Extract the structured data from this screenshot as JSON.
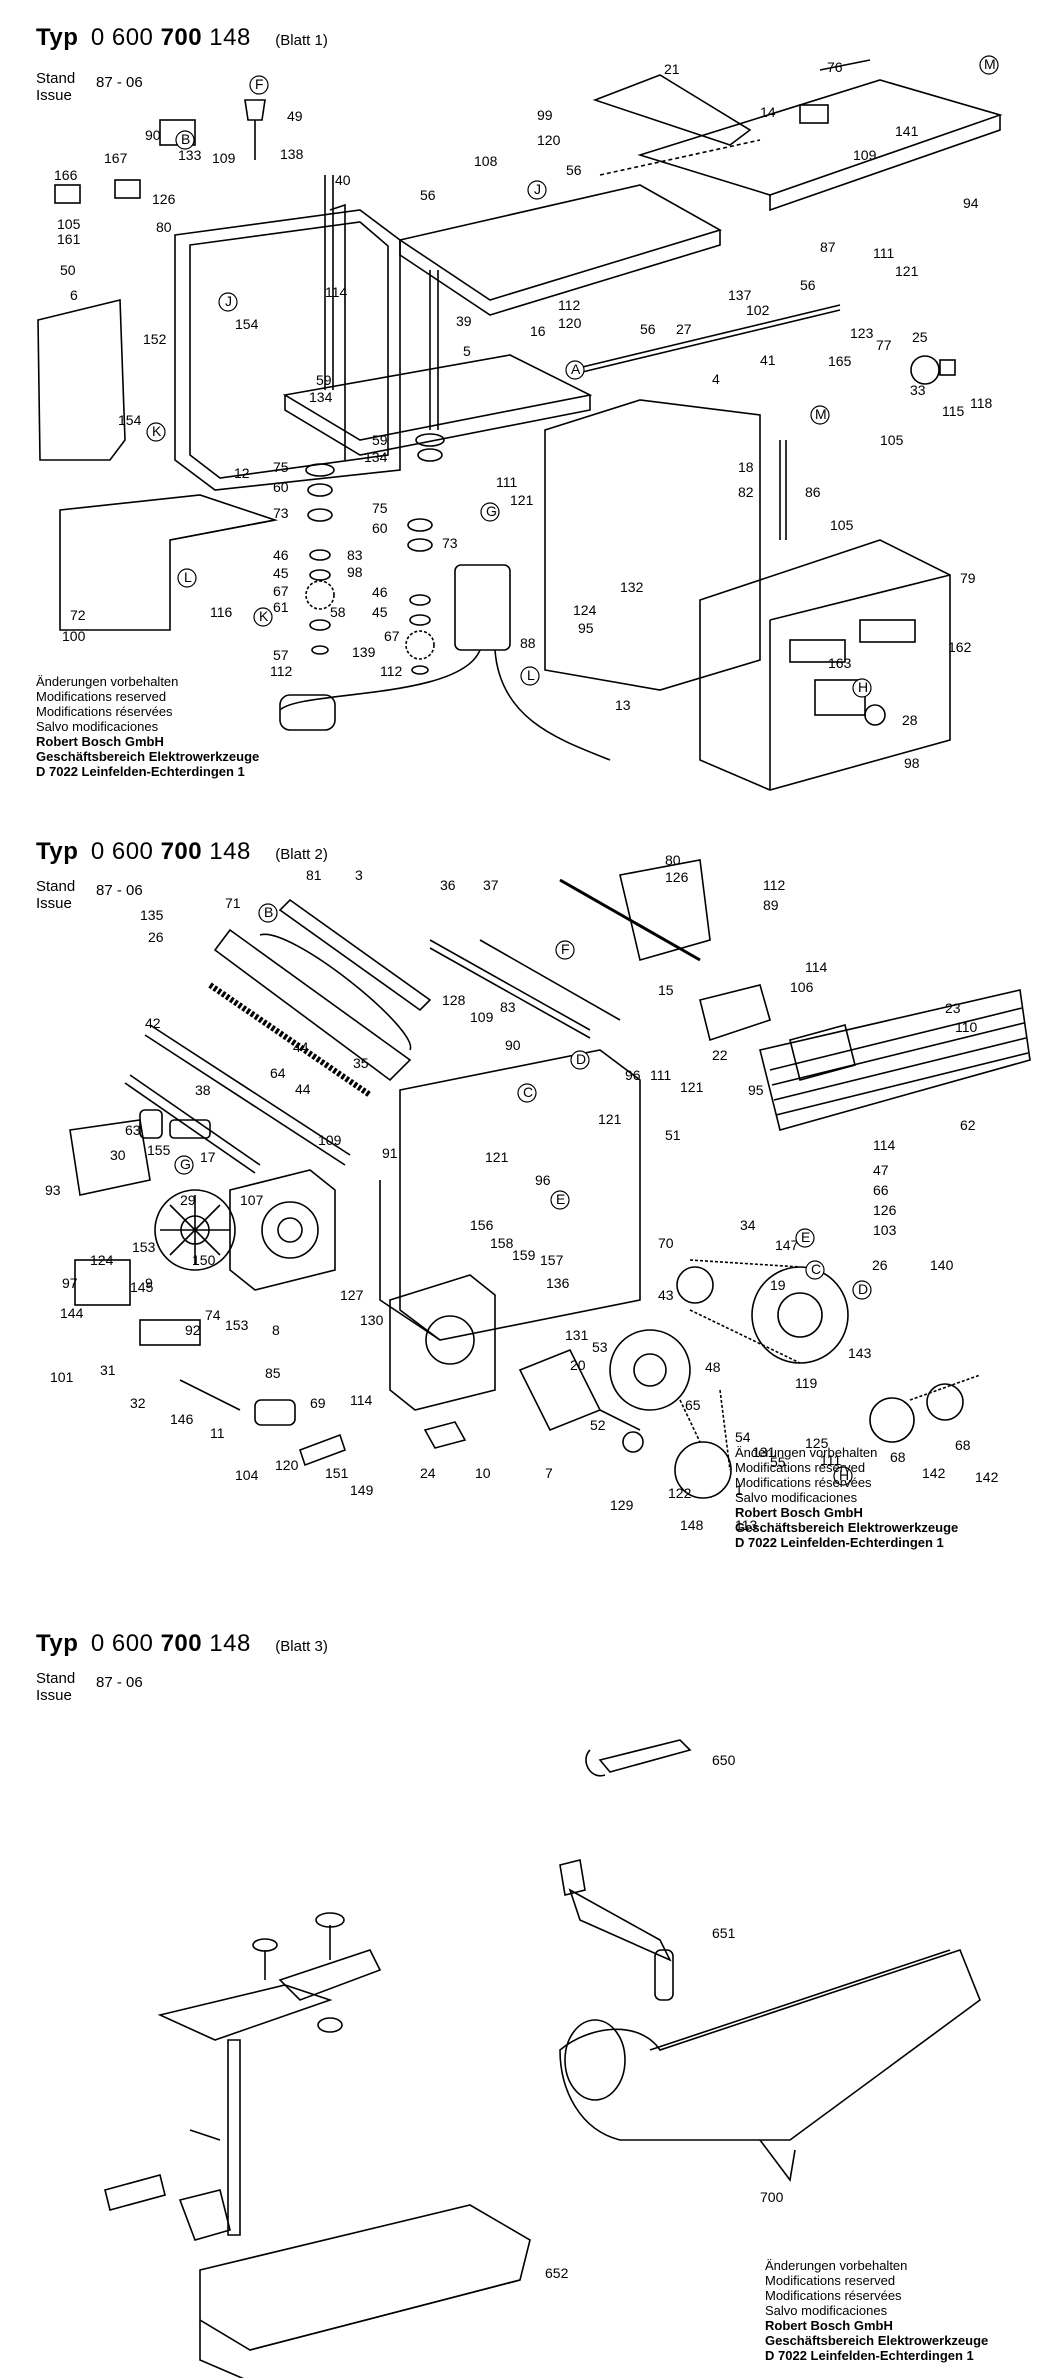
{
  "sheets": [
    {
      "typ_label": "Typ",
      "typ_number_prefix": "0 600",
      "typ_number_bold": "700",
      "typ_number_suffix": "148",
      "blatt": "(Blatt 1)",
      "stand": "Stand",
      "issue": "Issue",
      "version": "87 - 06"
    },
    {
      "typ_label": "Typ",
      "typ_number_prefix": "0 600",
      "typ_number_bold": "700",
      "typ_number_suffix": "148",
      "blatt": "(Blatt 2)",
      "stand": "Stand",
      "issue": "Issue",
      "version": "87 - 06"
    },
    {
      "typ_label": "Typ",
      "typ_number_prefix": "0 600",
      "typ_number_bold": "700",
      "typ_number_suffix": "148",
      "blatt": "(Blatt 3)",
      "stand": "Stand",
      "issue": "Issue",
      "version": "87 - 06"
    }
  ],
  "notes": {
    "line1": "Änderungen vorbehalten",
    "line2": "Modifications reserved",
    "line3": "Modifications réservées",
    "line4": "Salvo modificaciones",
    "company": "Robert Bosch GmbH",
    "division": "Geschäftsbereich Elektrowerkzeuge",
    "address": "D 7022 Leinfelden-Echterdingen 1"
  },
  "sheet1_labels": [
    "166",
    "167",
    "90",
    "133",
    "109",
    "138",
    "40",
    "F",
    "49",
    "126",
    "161",
    "105",
    "80",
    "50",
    "6",
    "152",
    "154",
    "K",
    "114",
    "J",
    "39",
    "59",
    "134",
    "5",
    "12",
    "75",
    "60",
    "73",
    "46",
    "45",
    "67",
    "61",
    "57",
    "112",
    "72",
    "100",
    "L",
    "116",
    "99",
    "120",
    "108",
    "56",
    "21",
    "14",
    "76",
    "M",
    "141",
    "109",
    "94",
    "111",
    "121",
    "87",
    "16",
    "112",
    "120",
    "27",
    "137",
    "102",
    "123",
    "25",
    "77",
    "165",
    "33",
    "115",
    "118",
    "105",
    "41",
    "A",
    "4",
    "18",
    "82",
    "86",
    "111",
    "121",
    "59",
    "134",
    "75",
    "60",
    "G",
    "73",
    "83",
    "98",
    "46",
    "45",
    "58",
    "67",
    "139",
    "112",
    "88",
    "124",
    "95",
    "132",
    "105",
    "79",
    "162",
    "163",
    "H",
    "28",
    "98",
    "13",
    "56",
    "56",
    "B",
    "A",
    "M"
  ],
  "sheet2_labels": [
    "81",
    "3",
    "36",
    "37",
    "80",
    "126",
    "112",
    "89",
    "135",
    "71",
    "B",
    "F",
    "26",
    "42",
    "128",
    "109",
    "83",
    "90",
    "15",
    "114",
    "106",
    "23",
    "110",
    "22",
    "95",
    "35",
    "44",
    "64",
    "44",
    "38",
    "96",
    "D",
    "C",
    "111",
    "121",
    "121",
    "63",
    "155",
    "G",
    "17",
    "91",
    "109",
    "121",
    "96",
    "51",
    "62",
    "114",
    "47",
    "66",
    "126",
    "103",
    "E",
    "30",
    "93",
    "29",
    "107",
    "153",
    "124",
    "150",
    "97",
    "145",
    "144",
    "9",
    "74",
    "92",
    "153",
    "101",
    "31",
    "32",
    "146",
    "11",
    "85",
    "127",
    "130",
    "114",
    "120",
    "104",
    "69",
    "151",
    "149",
    "24",
    "10",
    "7",
    "129",
    "156",
    "158",
    "159",
    "157",
    "136",
    "E",
    "70",
    "34",
    "147",
    "43",
    "19",
    "C",
    "26",
    "D",
    "140",
    "131",
    "53",
    "20",
    "48",
    "119",
    "143",
    "65",
    "68",
    "142",
    "68",
    "142",
    "54",
    "131",
    "55",
    "125",
    "111",
    "H",
    "52",
    "122",
    "148",
    "113",
    "1",
    "8"
  ],
  "sheet3_labels": [
    "650",
    "651",
    "700",
    "652"
  ]
}
